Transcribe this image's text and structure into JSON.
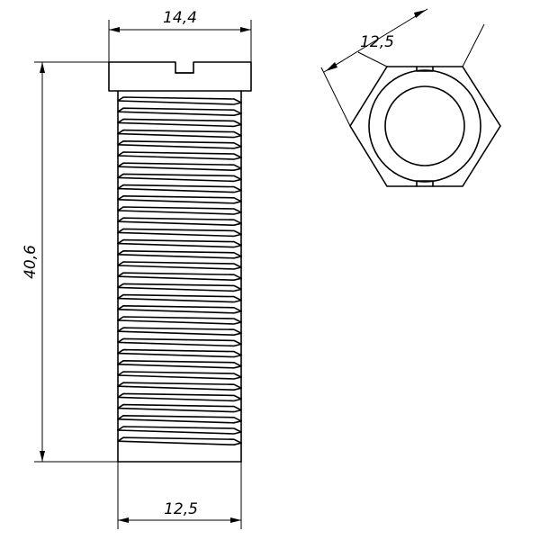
{
  "drawing": {
    "dimensions": {
      "head_width": "14,4",
      "total_length": "40,6",
      "thread_diameter": "12,5",
      "hex_width": "12,5"
    }
  }
}
